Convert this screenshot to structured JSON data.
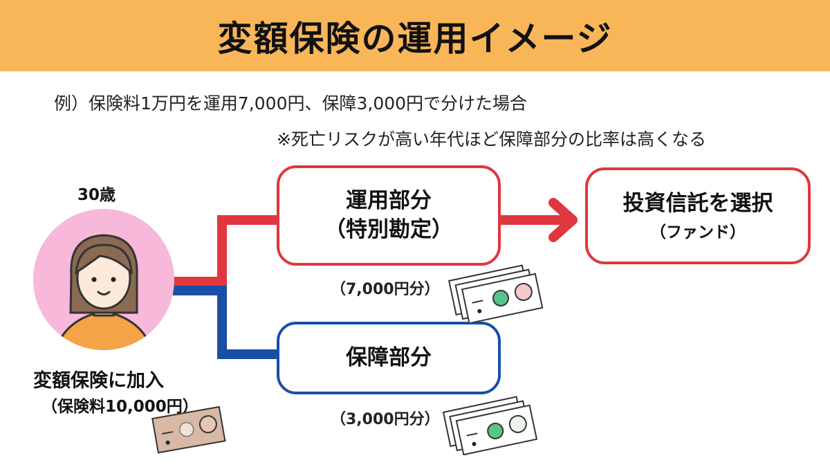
{
  "title": "変額保険の運用イメージ",
  "example_note": "例）保険料1万円を運用7,000円、保障3,000円で分けた場合",
  "risk_note": "※死亡リスクが高い年代ほど保障部分の比率は高くなる",
  "person": {
    "age_label": "30歳",
    "join_label": "変額保険に加入",
    "premium_label": "（保険料10,000円）"
  },
  "investment_box": {
    "title_line1": "運用部分",
    "title_line2": "（特別勘定）",
    "amount": "（7,000円分）"
  },
  "protection_box": {
    "title": "保障部分",
    "amount": "（3,000円分）"
  },
  "fund_box": {
    "title": "投資信託を選択",
    "subtitle": "（ファンド）"
  },
  "colors": {
    "header": "#f9b659",
    "investment": "#e0363d",
    "protection": "#1a4ea6",
    "avatar_bg": "#f7b8da"
  }
}
